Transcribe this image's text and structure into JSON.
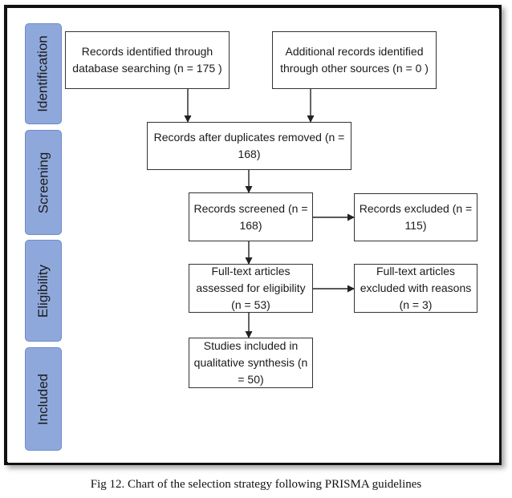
{
  "phases": {
    "identification": "Identification",
    "screening": "Screening",
    "eligibility": "Eligibility",
    "included": "Included"
  },
  "boxes": {
    "database_search": "Records identified through database searching (n = 175 )",
    "other_sources": "Additional records identified through other sources (n = 0 )",
    "duplicates_removed": "Records after duplicates removed (n = 168)",
    "screened": "Records screened (n = 168)",
    "excluded": "Records excluded (n = 115)",
    "fulltext_assessed": "Full-text articles assessed for eligibility (n = 53)",
    "fulltext_excluded": "Full-text articles excluded with reasons (n = 3)",
    "included_studies": "Studies included in qualitative synthesis (n = 50)"
  },
  "caption": "Fig 12. Chart of the selection strategy following PRISMA guidelines"
}
